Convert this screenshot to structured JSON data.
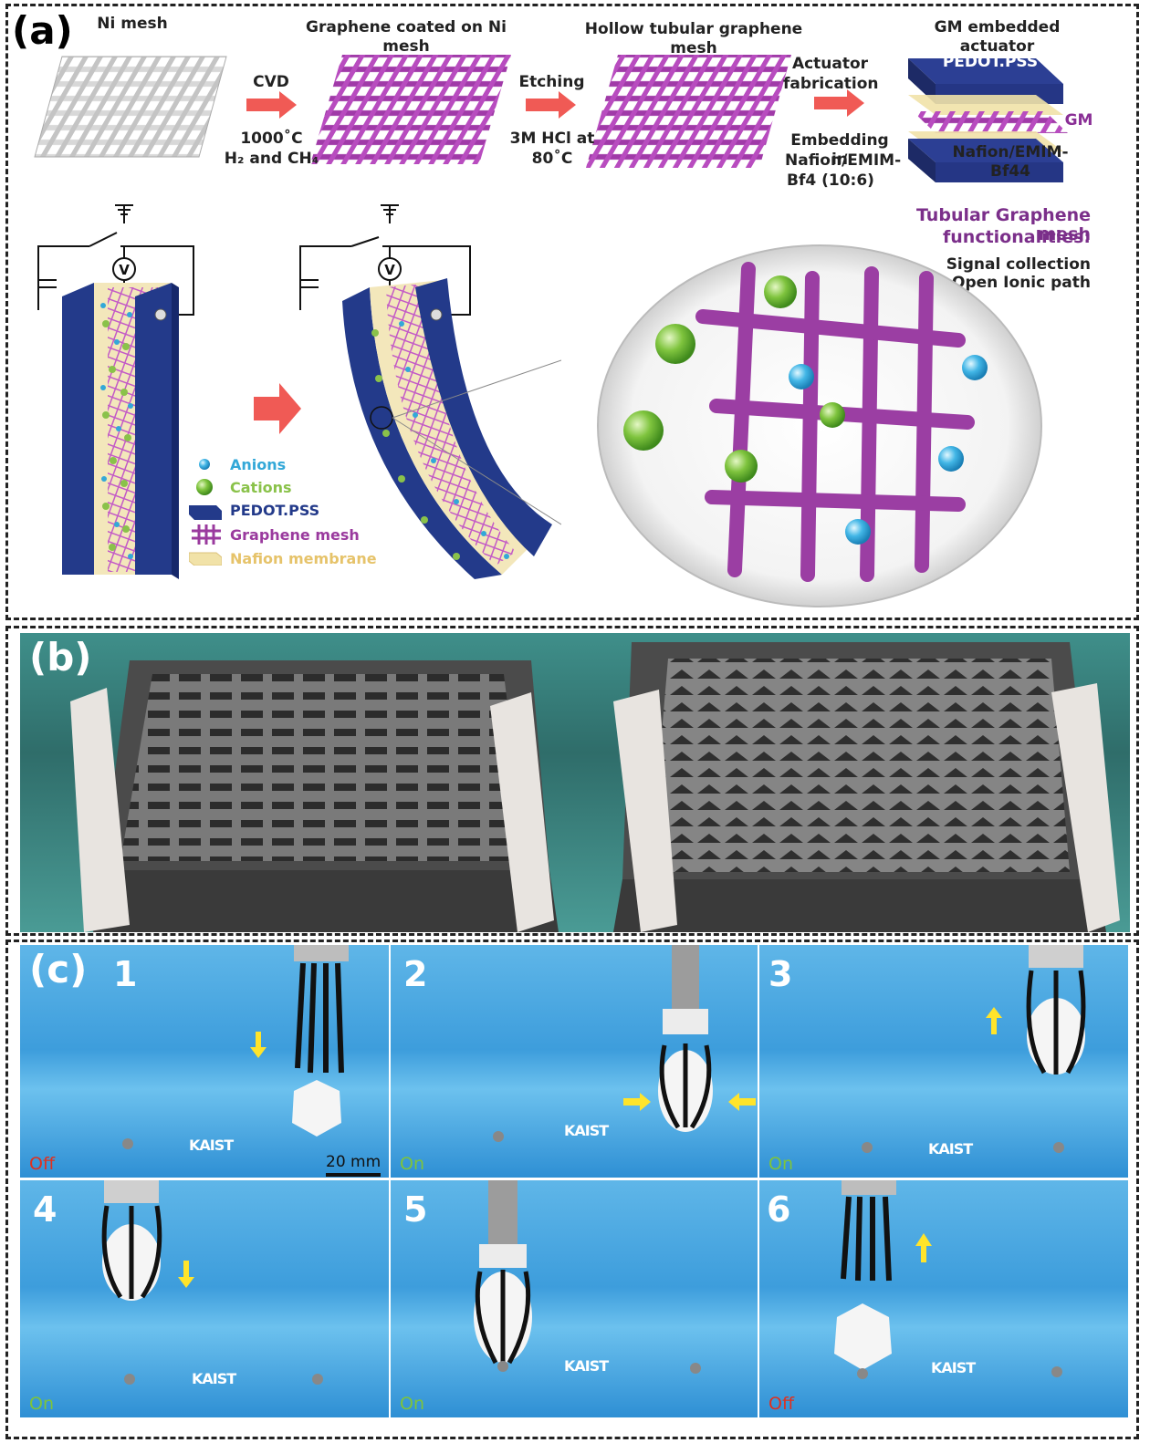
{
  "panel_a": {
    "label": "(a)",
    "steps": {
      "ni_mesh": "Ni mesh",
      "coated": "Graphene coated on Ni mesh",
      "hollow": "Hollow tubular graphene mesh",
      "actuator": "GM embedded actuator"
    },
    "arrows": {
      "cvd": "CVD",
      "cvd_cond1": "1000˚C",
      "cvd_cond2": "H₂ and CH₄",
      "etching": "Etching",
      "etch_cond1": "3M HCl at",
      "etch_cond2": "80˚C",
      "fab1": "Actuator",
      "fab2": "fabrication",
      "embed1": "Embedding in",
      "embed2": "Nafion/EMIM-",
      "embed3": "Bf4 (10:6)"
    },
    "stack": {
      "top": "PEDOT.PSS",
      "gm": "GM",
      "bottom": "Nafion/EMIM-Bf44"
    },
    "functionalities": {
      "title1": "Tubular Graphene mesh",
      "title2": "functionalities:",
      "item1": "Signal collection",
      "item2": "Open Ionic path"
    },
    "legend": [
      {
        "label": "Anions",
        "color": "#33a8d8"
      },
      {
        "label": "Cations",
        "color": "#8ac24a"
      },
      {
        "label": "PEDOT.PSS",
        "color": "#233a8a"
      },
      {
        "label": "Graphene mesh",
        "color": "#9a3a9e"
      },
      {
        "label": "Nafion membrane",
        "color": "#e6c36a"
      }
    ],
    "voltmeter": "V",
    "colors": {
      "mesh": "#a03aa8",
      "arrow": "#f05a55",
      "pedot": "#22328a",
      "nafion": "#f3e7bb",
      "title_purple": "#7b2f8a"
    }
  },
  "panel_b": {
    "label": "(b)"
  },
  "panel_c": {
    "label": "(c)",
    "scale": "20 mm",
    "logo": "KAIST",
    "frames": [
      {
        "num": "1",
        "state": "Off",
        "state_color": "#e0301e"
      },
      {
        "num": "2",
        "state": "On",
        "state_color": "#7ec43a"
      },
      {
        "num": "3",
        "state": "On",
        "state_color": "#7ec43a"
      },
      {
        "num": "4",
        "state": "On",
        "state_color": "#7ec43a"
      },
      {
        "num": "5",
        "state": "On",
        "state_color": "#7ec43a"
      },
      {
        "num": "6",
        "state": "Off",
        "state_color": "#e0301e"
      }
    ]
  }
}
